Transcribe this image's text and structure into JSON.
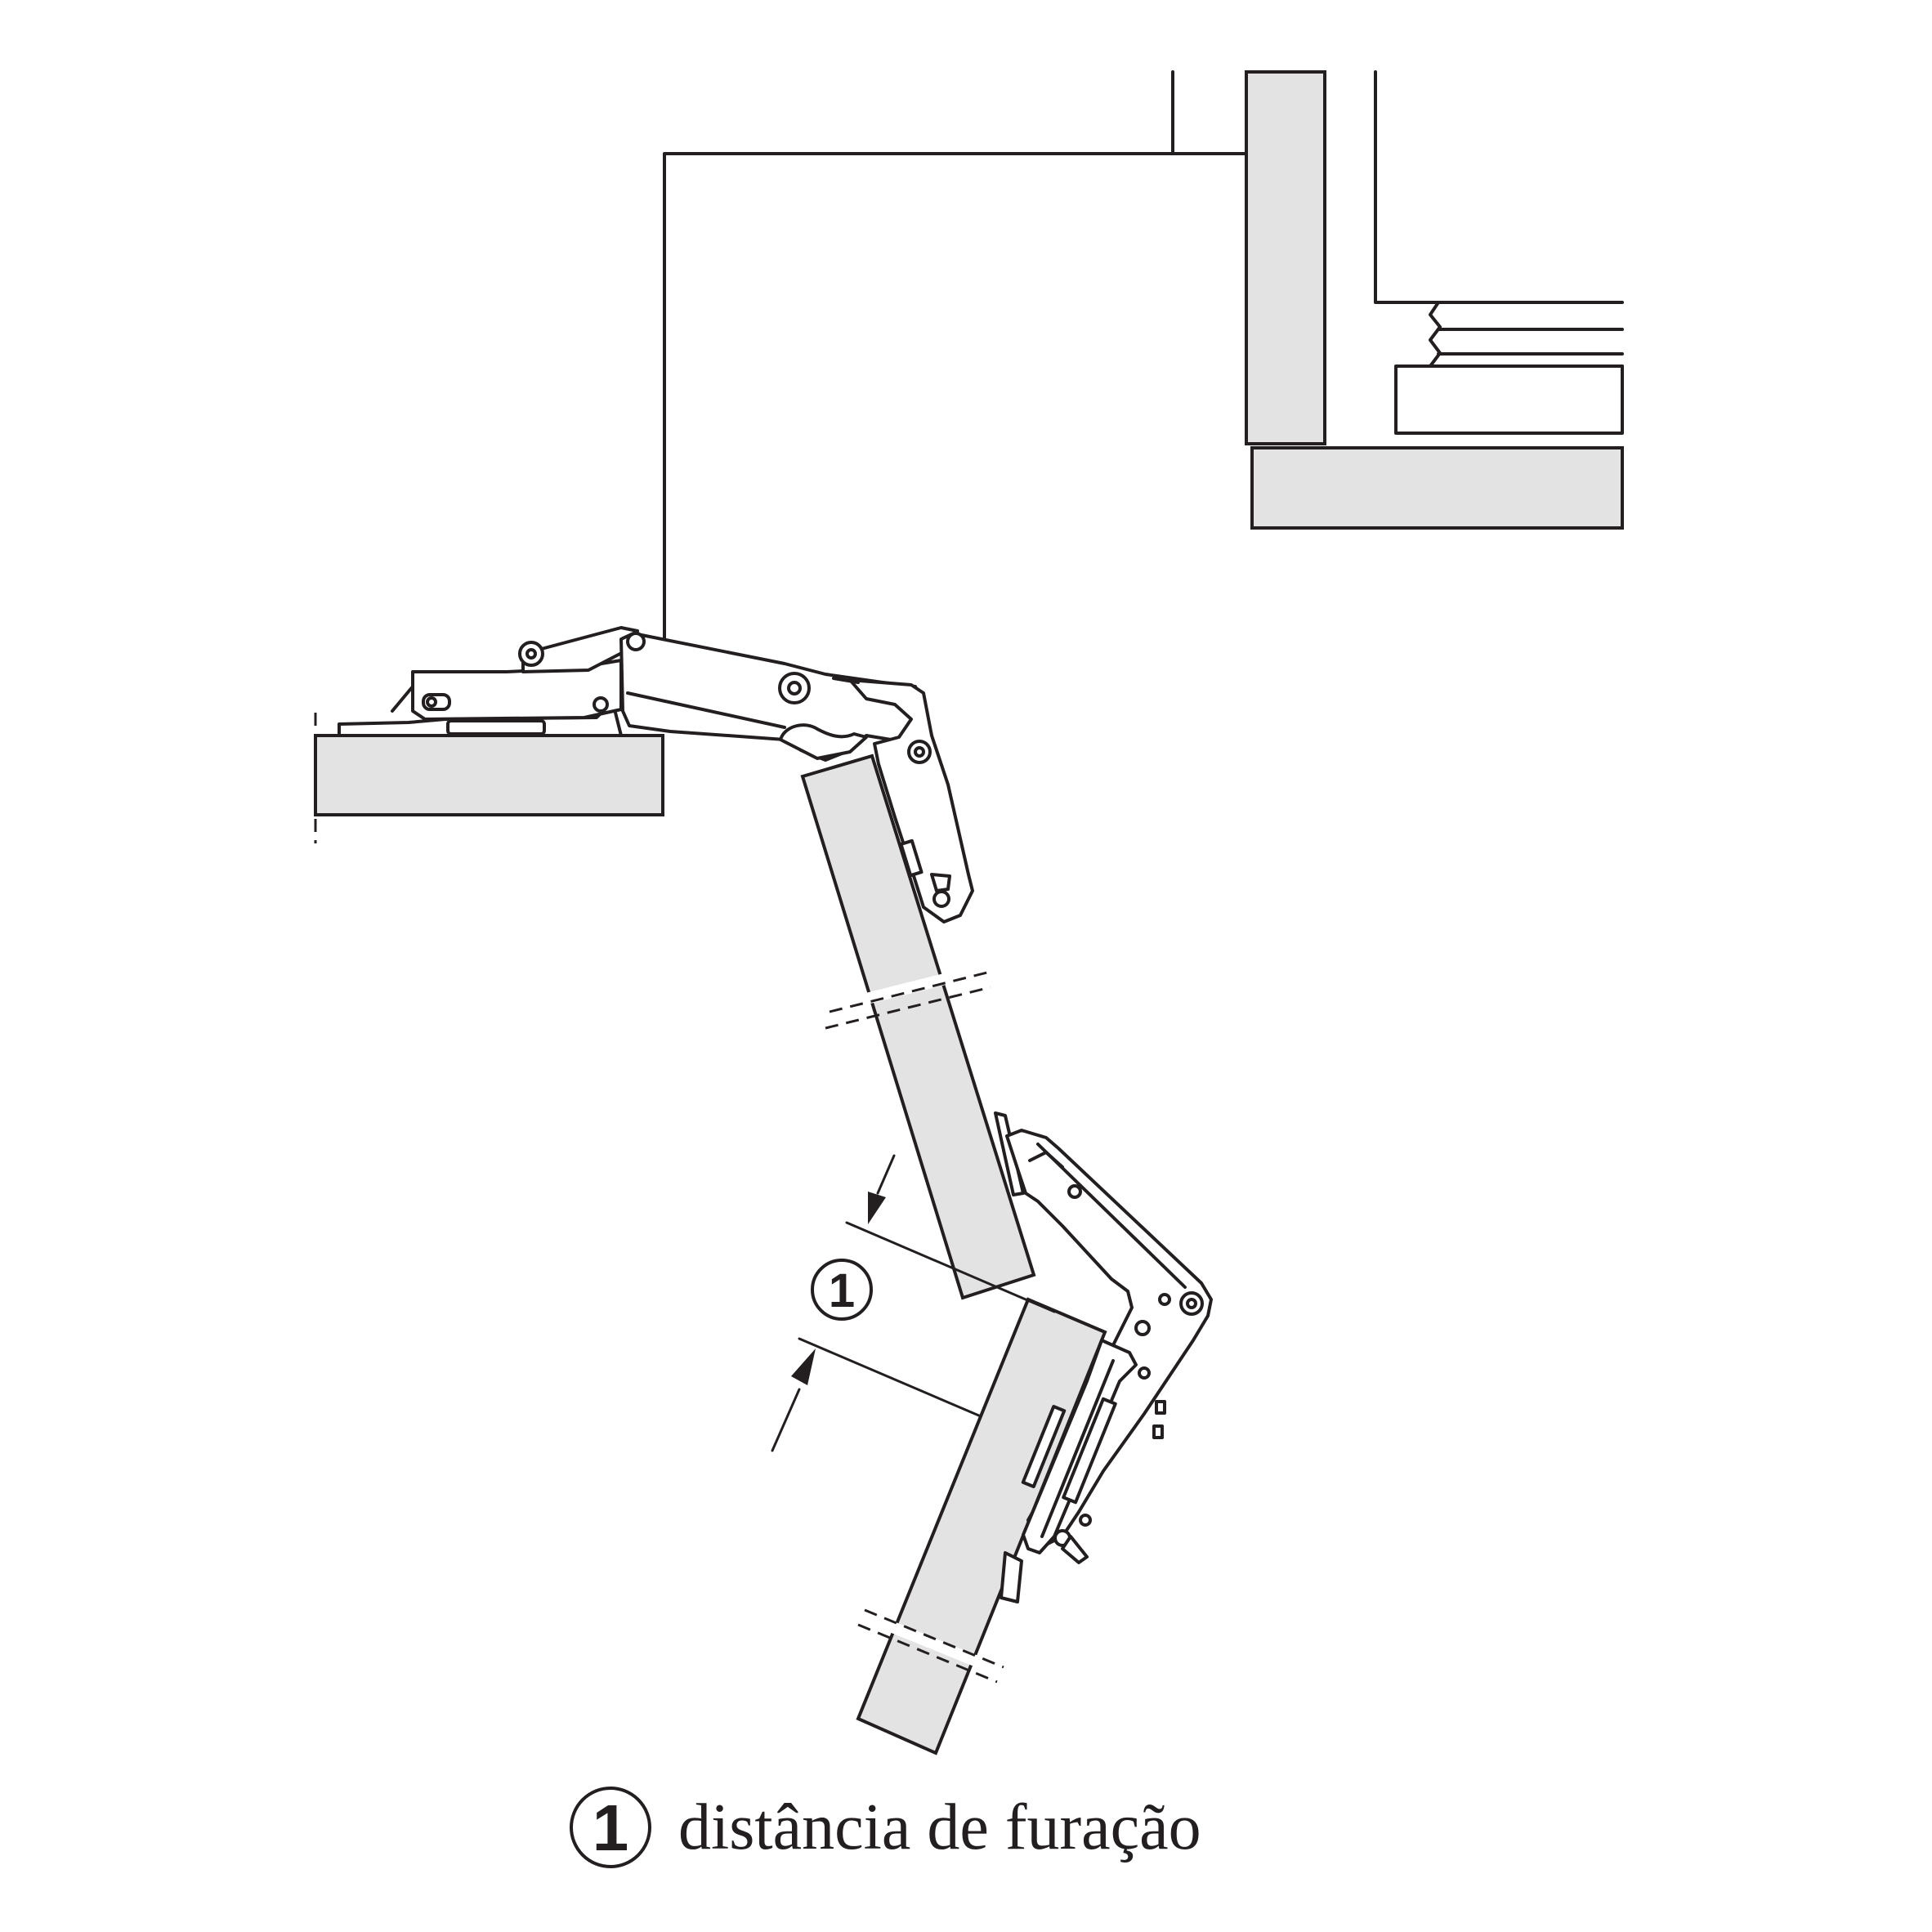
{
  "callout": {
    "marker": "1"
  },
  "legend": {
    "marker": "1",
    "text": "distância de furação"
  },
  "colors": {
    "line": "#231f20",
    "panel_fill": "#e3e3e3",
    "background": "#ffffff"
  }
}
